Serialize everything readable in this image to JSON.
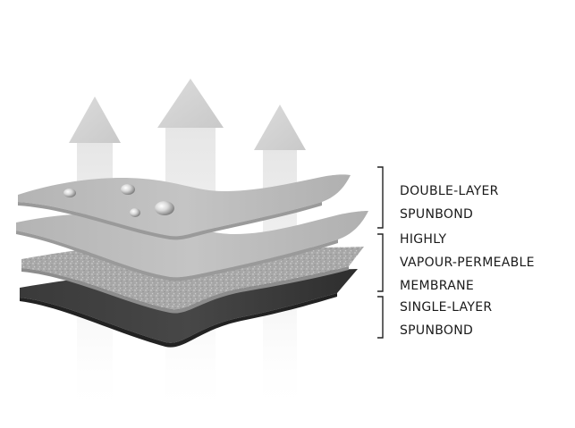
{
  "diagram": {
    "labels": [
      {
        "lines": [
          "DOUBLE-LAYER",
          "SPUNBOND"
        ]
      },
      {
        "lines": [
          "HIGHLY",
          "VAPOUR-PERMEABLE",
          "MEMBRANE"
        ]
      },
      {
        "lines": [
          "SINGLE-LAYER",
          "SPUNBOND"
        ]
      }
    ],
    "arrows": [
      {
        "name": "left"
      },
      {
        "name": "center"
      },
      {
        "name": "right"
      }
    ],
    "layers": [
      {
        "name": "double-layer-top",
        "color": "#b9b9b9"
      },
      {
        "name": "double-layer-bottom",
        "color": "#bdbdbd"
      },
      {
        "name": "membrane",
        "color": "#a7a7a7"
      },
      {
        "name": "single-layer",
        "color": "#3a3a3a"
      }
    ],
    "water_droplets": 4
  }
}
